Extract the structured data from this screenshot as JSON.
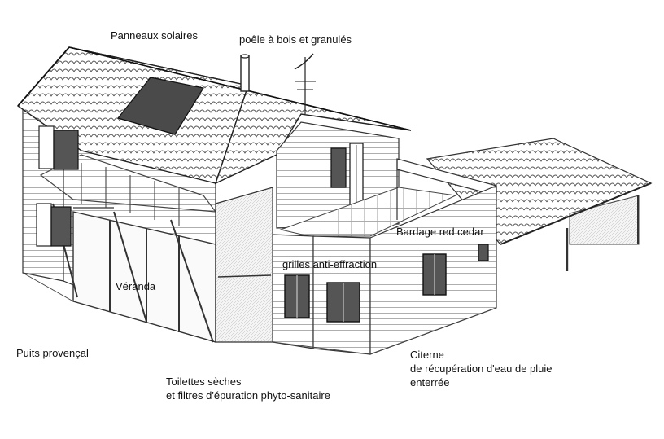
{
  "labels": {
    "solar_panels": "Panneaux solaires",
    "wood_stove": "poêle à bois et granulés",
    "cedar_siding": "Bardage red cedar",
    "security_grilles": "grilles anti-effraction",
    "veranda": "Véranda",
    "provencal_well": "Puits provençal",
    "dry_toilets_line1": "Toilettes sèches",
    "dry_toilets_line2": "et filtres d'épuration phyto-sanitaire",
    "cistern_line1": "Citerne",
    "cistern_line2": "de récupération d'eau de pluie",
    "cistern_line3": "enterrée"
  },
  "colors": {
    "ink": "#111111",
    "pencil": "#3a3a3a",
    "panel": "#4a4a4a",
    "paper": "#ffffff"
  }
}
